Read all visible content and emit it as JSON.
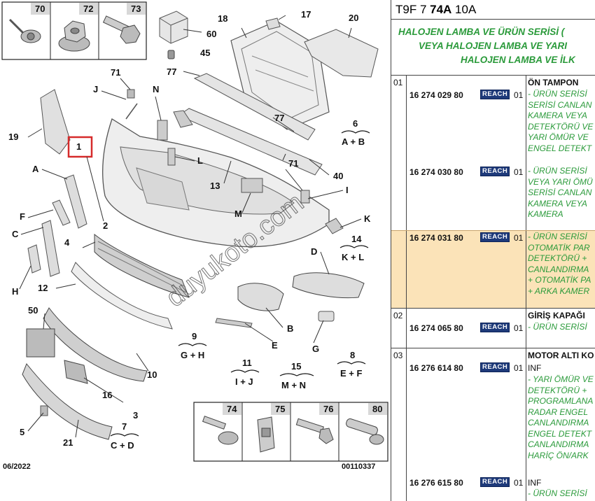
{
  "diagram": {
    "top_small_parts": [
      "70",
      "72",
      "73"
    ],
    "callouts": {
      "n60": "60",
      "n18": "18",
      "n17": "17",
      "n20": "20",
      "n45": "45",
      "n71a": "71",
      "n77a": "77",
      "nJ": "J",
      "nN": "N",
      "n19": "19",
      "n1": "1",
      "n6": "6",
      "n6sub": "A + B",
      "nA": "A",
      "nL": "L",
      "n77b": "77",
      "n13": "13",
      "n71b": "71",
      "nI": "I",
      "n40": "40",
      "nF": "F",
      "nM": "M",
      "n2": "2",
      "nK": "K",
      "n14": "14",
      "n14sub": "K + L",
      "nC": "C",
      "n4": "4",
      "nD": "D",
      "nH": "H",
      "n12": "12",
      "n50": "50",
      "nB": "B",
      "nE": "E",
      "nG": "G",
      "n9": "9",
      "n9sub": "G + H",
      "n10": "10",
      "n11": "11",
      "n11sub": "I + J",
      "n15": "15",
      "n15sub": "M + N",
      "n8": "8",
      "n8sub": "E + F",
      "n16": "16",
      "n3": "3",
      "n5": "5",
      "n7": "7",
      "n7sub": "C + D",
      "n21": "21"
    },
    "bottom_parts": [
      "74",
      "75",
      "76",
      "80"
    ],
    "date": "06/2022",
    "drawing_code": "00110337",
    "watermark": "duyukoto.com"
  },
  "panel": {
    "code_prefix": "T9F 7 ",
    "code_bold": "74A",
    "code_suffix": " 10A",
    "subheader_lines": [
      "HALOJEN LAMBA VE ÜRÜN SERİSİ (",
      "VEYA HALOJEN LAMBA VE YARI",
      "HALOJEN LAMBA VE İLK"
    ],
    "rows": [
      {
        "num": "01",
        "title": "ÖN TAMPON",
        "entries": [
          {
            "pn": "16 274 029 80",
            "badge": "REACH",
            "qty": "01",
            "lines": [
              "- ÜRÜN SERİSİ",
              "SERİSİ CANLAN",
              "KAMERA VEYA",
              "DETEKTÖRÜ VE",
              "YARI ÖMÜR VE",
              "ENGEL DETEKT"
            ]
          },
          {
            "pn": "16 274 030 80",
            "badge": "REACH",
            "qty": "01",
            "lines": [
              "- ÜRÜN SERİSİ",
              "VEYA YARI ÖMÜ",
              "SERİSİ CANLAN",
              "KAMERA VEYA",
              "KAMERA"
            ]
          },
          {
            "pn": "16 274 031 80",
            "badge": "REACH",
            "qty": "01",
            "lines": [
              "- ÜRÜN SERİSİ",
              "OTOMATİK PAR",
              "DETEKTÖRÜ +",
              "CANLANDIRMA",
              "+ OTOMATİK PA",
              "+ ARKA KAMER"
            ]
          }
        ]
      },
      {
        "num": "02",
        "title": "GİRİŞ KAPAĞI",
        "entries": [
          {
            "pn": "16 274 065 80",
            "badge": "REACH",
            "qty": "01",
            "lines": [
              "- ÜRÜN SERİSİ"
            ]
          }
        ]
      },
      {
        "num": "03",
        "title": "MOTOR ALTI KO",
        "entries": [
          {
            "pn": "16 276 614 80",
            "badge": "REACH",
            "qty": "01",
            "plain": "INF",
            "lines": [
              "- YARI ÖMÜR VE",
              "DETEKTÖRÜ +",
              "PROGRAMLANA",
              "RADAR ENGEL",
              "CANLANDIRMA",
              "ENGEL DETEKT",
              "CANLANDIRMA",
              "HARİÇ ÖN/ARK"
            ]
          },
          {
            "pn": "16 276 615 80",
            "badge": "REACH",
            "qty": "01",
            "plain": "INF",
            "lines": [
              "- ÜRÜN SERİSİ"
            ]
          }
        ]
      }
    ]
  }
}
